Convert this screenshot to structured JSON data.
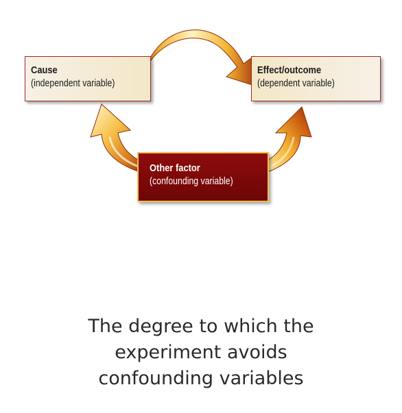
{
  "diagram": {
    "cause": {
      "title": "Cause",
      "subtitle": "(independent variable)"
    },
    "effect": {
      "title": "Effect/outcome",
      "subtitle": "(dependent variable)"
    },
    "other": {
      "title": "Other factor",
      "subtitle": "(confounding variable)"
    }
  },
  "caption": {
    "line1": "The degree to which the",
    "line2": "experiment avoids",
    "line3": "confounding variables"
  },
  "colors": {
    "arrow_light": "#fff3c2",
    "arrow_mid": "#f4b431",
    "arrow_dark": "#b3460f",
    "confounder_box": "#7e0a0a",
    "box_border": "#9b2a22"
  }
}
